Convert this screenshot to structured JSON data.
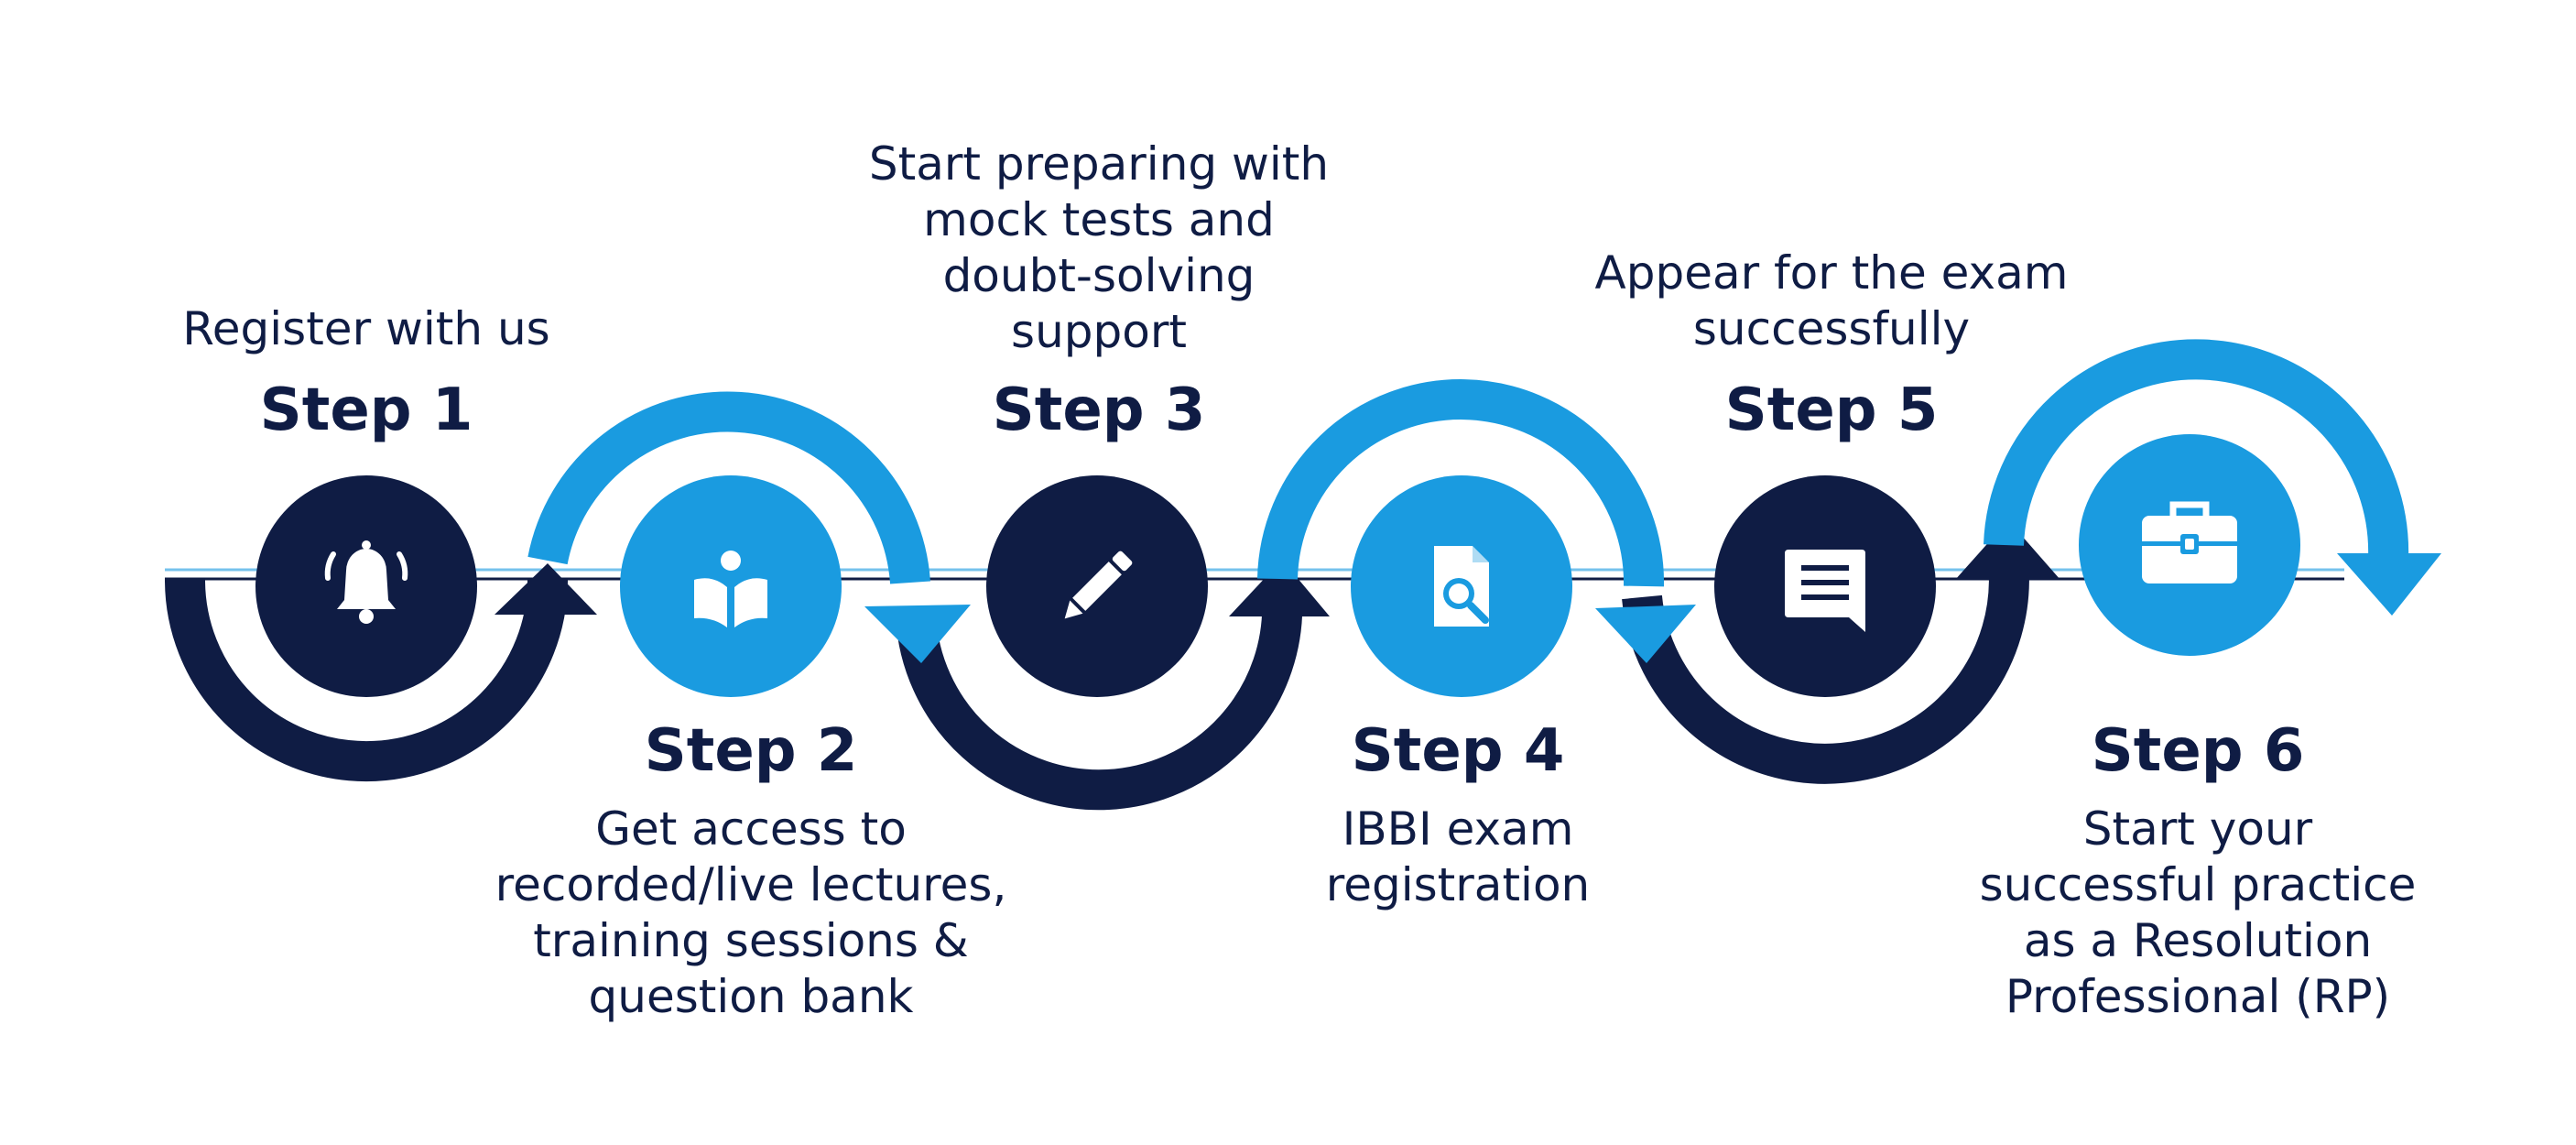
{
  "colors": {
    "navy": "#0f1c44",
    "blue": "#1a9be0",
    "white": "#ffffff"
  },
  "steps": [
    {
      "title": "Step 1",
      "description": "Register with us",
      "icon": "bell-icon"
    },
    {
      "title": "Step 2",
      "description": "Get access to\nrecorded/live lectures,\ntraining sessions &\nquestion bank",
      "icon": "book-reader-icon"
    },
    {
      "title": "Step 3",
      "description": "Start preparing with\nmock tests and\ndoubt-solving\nsupport",
      "icon": "pencil-icon"
    },
    {
      "title": "Step 4",
      "description": "IBBI exam\nregistration",
      "icon": "document-search-icon"
    },
    {
      "title": "Step 5",
      "description": "Appear for the exam\nsuccessfully",
      "icon": "message-icon"
    },
    {
      "title": "Step 6",
      "description": "Start your\nsuccessful practice\nas a Resolution\nProfessional (RP)",
      "icon": "briefcase-icon"
    }
  ]
}
